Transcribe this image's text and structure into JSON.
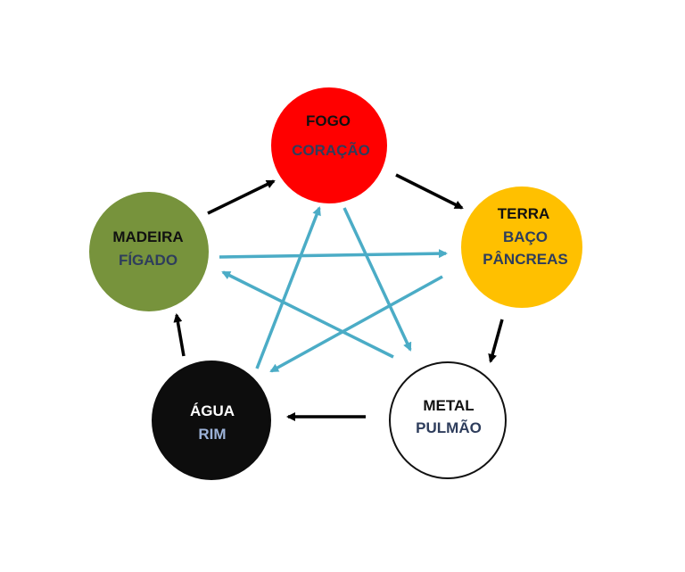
{
  "elements": {
    "fogo": {
      "name": "FOGO",
      "organ": "CORAÇÃO",
      "fill": "#ff0000",
      "stroke": "#ff0000",
      "name_color": "#111111",
      "organ_color": "#2e3d5c"
    },
    "terra": {
      "name": "TERRA",
      "organ_lines": [
        "BAÇO",
        "PÂNCREAS"
      ],
      "fill": "#ffc000",
      "stroke": "#ffc000",
      "name_color": "#111111",
      "organ_color": "#2e3d5c"
    },
    "metal": {
      "name": "METAL",
      "organ": "PULMÃO",
      "fill": "#ffffff",
      "stroke": "#111111",
      "name_color": "#111111",
      "organ_color": "#2e3d5c"
    },
    "agua": {
      "name": "ÁGUA",
      "organ": "RIM",
      "fill": "#0d0d0d",
      "stroke": "#0d0d0d",
      "name_color": "#ffffff",
      "organ_color": "#9db3d9"
    },
    "madeira": {
      "name": "MADEIRA",
      "organ": "FÍGADO",
      "fill": "#77933c",
      "stroke": "#77933c",
      "name_color": "#111111",
      "organ_color": "#2e3d5c"
    }
  },
  "colors": {
    "generating_arrow": "#000000",
    "controlling_arrow": "#4bacc6"
  }
}
